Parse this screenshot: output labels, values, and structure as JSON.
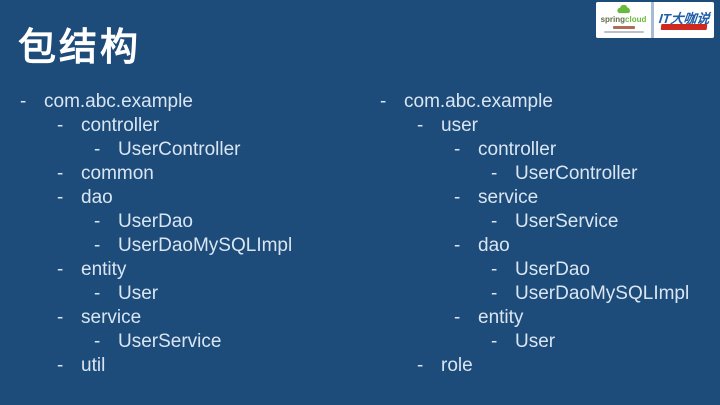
{
  "title": "包结构",
  "bullet": "-",
  "colors": {
    "background": "#1d4b7a",
    "tree_text": "#d9e6f2",
    "title_text": "#ffffff",
    "spring_green": "#69b93e",
    "it_blue": "#1f5fa9",
    "banner_red": "#d0291f",
    "logo_bg": "#ffffff"
  },
  "logos": {
    "springcloud": {
      "part1": "spring",
      "part2": "cloud"
    },
    "itdks": {
      "label": "IT大咖说"
    }
  },
  "trees": {
    "left": [
      {
        "level": 0,
        "label": "com.abc.example"
      },
      {
        "level": 1,
        "label": "controller"
      },
      {
        "level": 2,
        "label": "UserController"
      },
      {
        "level": 1,
        "label": "common"
      },
      {
        "level": 1,
        "label": "dao"
      },
      {
        "level": 2,
        "label": "UserDao"
      },
      {
        "level": 2,
        "label": "UserDaoMySQLImpl"
      },
      {
        "level": 1,
        "label": "entity"
      },
      {
        "level": 2,
        "label": "User"
      },
      {
        "level": 1,
        "label": "service"
      },
      {
        "level": 2,
        "label": "UserService"
      },
      {
        "level": 1,
        "label": "util"
      }
    ],
    "right": [
      {
        "level": 0,
        "label": "com.abc.example"
      },
      {
        "level": 1,
        "label": "user"
      },
      {
        "level": 2,
        "label": "controller"
      },
      {
        "level": 3,
        "label": "UserController"
      },
      {
        "level": 2,
        "label": "service"
      },
      {
        "level": 3,
        "label": "UserService"
      },
      {
        "level": 2,
        "label": "dao"
      },
      {
        "level": 3,
        "label": "UserDao"
      },
      {
        "level": 3,
        "label": "UserDaoMySQLImpl"
      },
      {
        "level": 2,
        "label": "entity"
      },
      {
        "level": 3,
        "label": "User"
      },
      {
        "level": 1,
        "label": "role"
      }
    ]
  }
}
